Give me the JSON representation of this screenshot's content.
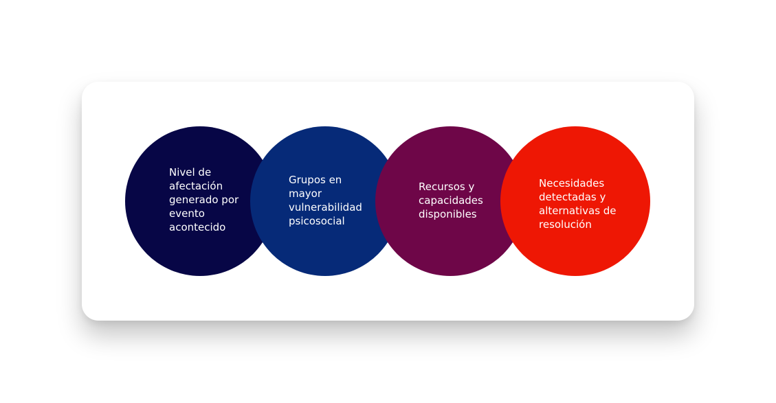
{
  "diagram": {
    "items": [
      {
        "lines": [
          "Nivel de",
          "afectación",
          "generado por",
          "evento",
          "acontecido"
        ],
        "color": "#070646"
      },
      {
        "lines": [
          "Grupos en",
          "mayor",
          "vulnerabilidad",
          "psicosocial"
        ],
        "color": "#062a78"
      },
      {
        "lines": [
          "Recursos y",
          "capacidades",
          "disponibles"
        ],
        "color": "#6e0648"
      },
      {
        "lines": [
          "Necesidades",
          "detectadas y",
          "alternativas de",
          "resolución"
        ],
        "color": "#ee1704"
      }
    ]
  }
}
